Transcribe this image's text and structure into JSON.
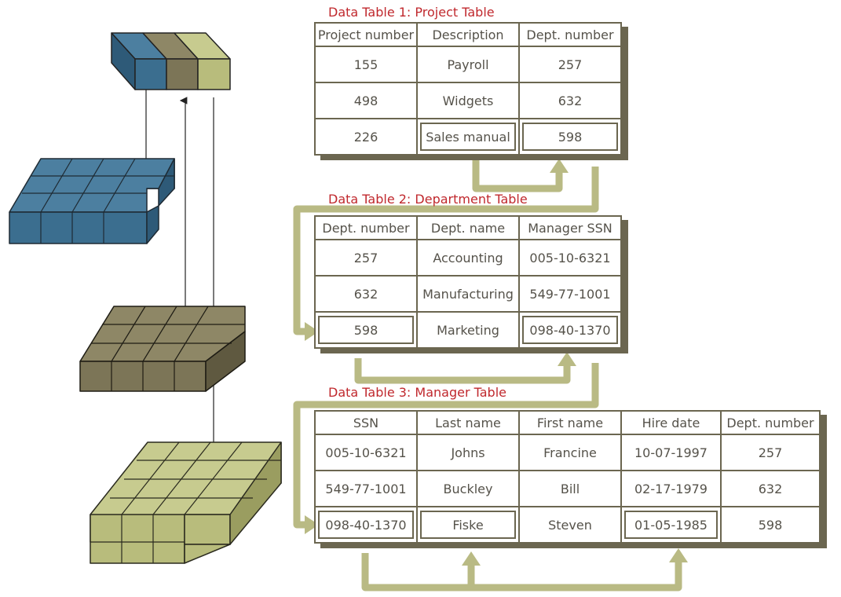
{
  "colors": {
    "blue": "#3b6e8f",
    "brown": "#7c7557",
    "olive": "#b8bc7c",
    "border": "#6b6650",
    "arrow": "#b9ba84",
    "title": "#c0282d",
    "text": "#55524a"
  },
  "tables": [
    {
      "title": "Data Table 1: Project Table",
      "headers": [
        "Project number",
        "Description",
        "Dept. number"
      ],
      "rows": [
        [
          "155",
          "Payroll",
          "257"
        ],
        [
          "498",
          "Widgets",
          "632"
        ],
        [
          "226",
          "Sales manual",
          "598"
        ]
      ]
    },
    {
      "title": "Data Table 2: Department Table",
      "headers": [
        "Dept. number",
        "Dept. name",
        "Manager SSN"
      ],
      "rows": [
        [
          "257",
          "Accounting",
          "005-10-6321"
        ],
        [
          "632",
          "Manufacturing",
          "549-77-1001"
        ],
        [
          "598",
          "Marketing",
          "098-40-1370"
        ]
      ]
    },
    {
      "title": "Data Table 3: Manager Table",
      "headers": [
        "SSN",
        "Last name",
        "First name",
        "Hire date",
        "Dept. number"
      ],
      "rows": [
        [
          "005-10-6321",
          "Johns",
          "Francine",
          "10-07-1997",
          "257"
        ],
        [
          "549-77-1001",
          "Buckley",
          "Bill",
          "02-17-1979",
          "632"
        ],
        [
          "098-40-1370",
          "Fiske",
          "Steven",
          "01-05-1985",
          "598"
        ]
      ]
    }
  ]
}
